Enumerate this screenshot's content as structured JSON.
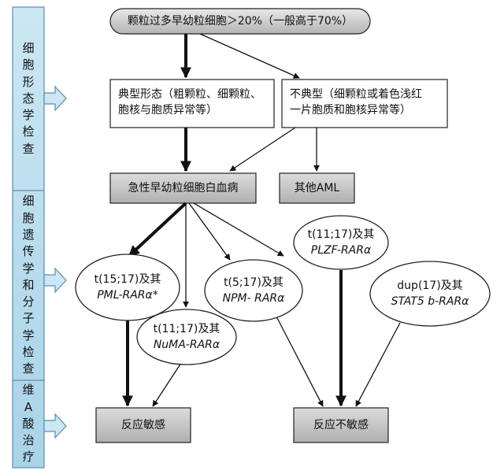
{
  "side_panel": {
    "morphology": [
      "细",
      "胞",
      "形",
      "态",
      "学",
      "检",
      "查"
    ],
    "genetics": [
      "细",
      "胞",
      "遗",
      "传",
      "学",
      "和",
      "分",
      "子",
      "学",
      "检",
      "查"
    ],
    "treatment": [
      "维",
      "A",
      "酸",
      "治",
      "疗"
    ]
  },
  "top_node": "颗粒过多早幼粒细胞＞20%（一般高于70%）",
  "typical": {
    "line1": "典型形态（粗颗粒、细颗粒、",
    "line2": "胞核与胞质异常等）"
  },
  "atypical": {
    "line1": "不典型（细颗粒或着色浅红",
    "line2": "一片胞质和胞核异常等）"
  },
  "apl": "急性早幼粒细胞白血病",
  "other_aml": "其他AML",
  "pml": {
    "line1": "t(15;17)及其",
    "line2": "PML-RARα*"
  },
  "numa": {
    "line1": "t(11;17)及其",
    "line2": "NuMA-RARα"
  },
  "npm": {
    "line1": "t(5;17)及其",
    "line2": "NPM- RARα"
  },
  "plzf": {
    "line1": "t(11;17)及其",
    "line2": "PLZF-RARα"
  },
  "stat5": {
    "line1": "dup(17)及其",
    "line2": "STAT5 b-RARα"
  },
  "sensitive": "反应敏感",
  "insensitive": "反应不敏感"
}
